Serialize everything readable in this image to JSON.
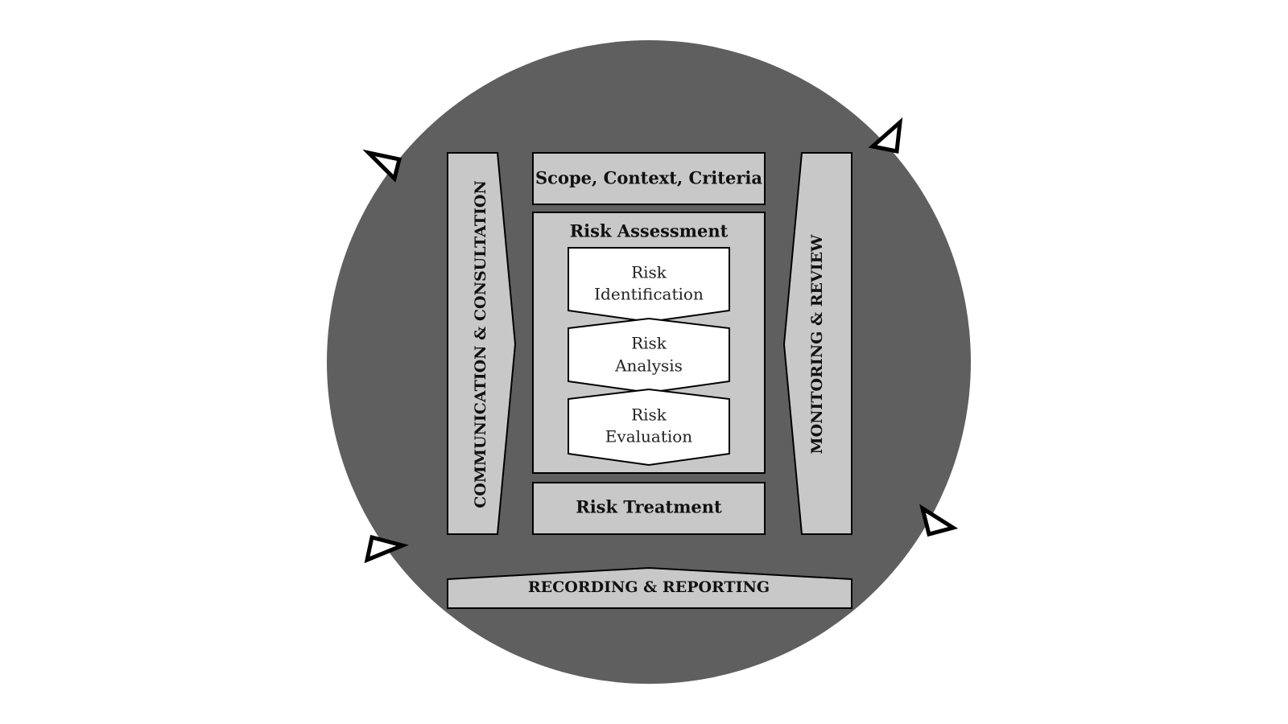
{
  "colors": {
    "background": "#ffffff",
    "circle": "#5f5f5f",
    "panel": "#c8c8c8",
    "step": "#ffffff",
    "outline": "#000000"
  },
  "communication": {
    "label": "COMMUNICATION & CONSULTATION"
  },
  "monitoring": {
    "label": "MONITORING & REVIEW"
  },
  "scope": {
    "label": "Scope, Context, Criteria"
  },
  "assessment": {
    "title": "Risk Assessment",
    "steps": [
      {
        "line1": "Risk",
        "line2": "Identification"
      },
      {
        "line1": "Risk",
        "line2": "Analysis"
      },
      {
        "line1": "Risk",
        "line2": "Evaluation"
      }
    ]
  },
  "treatment": {
    "label": "Risk Treatment"
  },
  "recording": {
    "label": "RECORDING & REPORTING"
  },
  "cycle_arrows": [
    "triangle-arrow-icon",
    "triangle-arrow-icon",
    "triangle-arrow-icon",
    "triangle-arrow-icon"
  ]
}
